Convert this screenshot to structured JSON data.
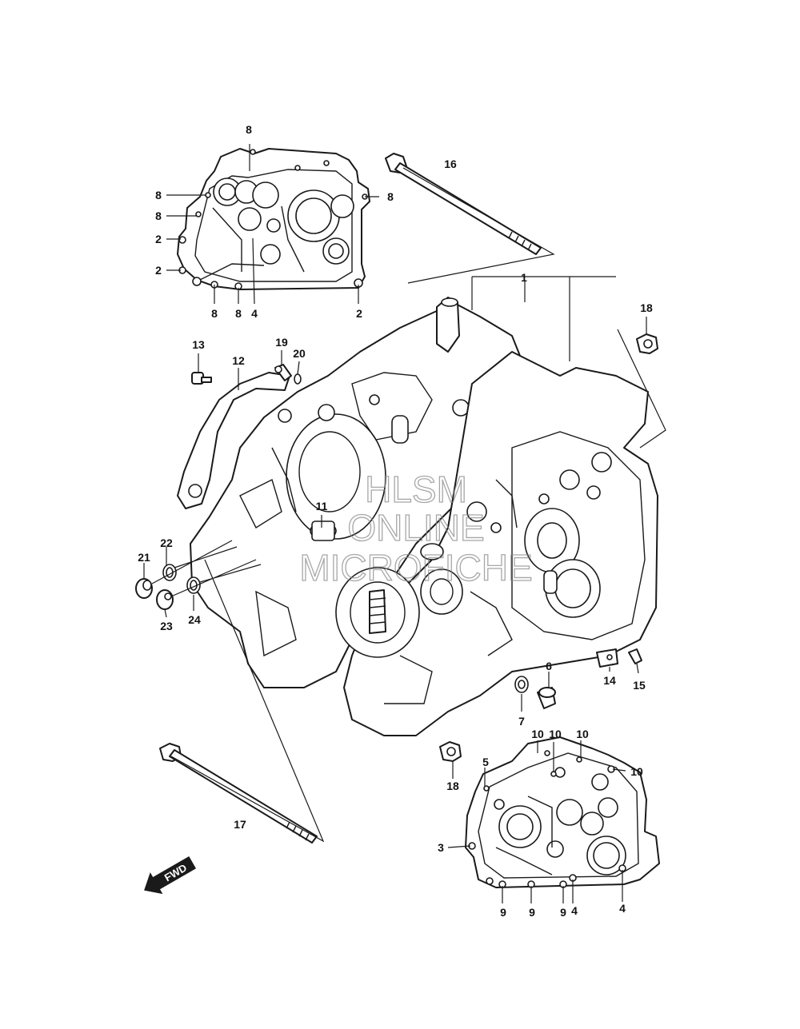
{
  "watermark": {
    "line1": "HLSM",
    "line2": "ONLINE",
    "line3": "MICROFICHE"
  },
  "direction_label": "FWD",
  "callouts": [
    {
      "id": "c1",
      "text": "1"
    },
    {
      "id": "c2a",
      "text": "2"
    },
    {
      "id": "c2b",
      "text": "2"
    },
    {
      "id": "c2c",
      "text": "2"
    },
    {
      "id": "c3",
      "text": "3"
    },
    {
      "id": "c4a",
      "text": "4"
    },
    {
      "id": "c4b",
      "text": "4"
    },
    {
      "id": "c4c",
      "text": "4"
    },
    {
      "id": "c5",
      "text": "5"
    },
    {
      "id": "c6",
      "text": "6"
    },
    {
      "id": "c7",
      "text": "7"
    },
    {
      "id": "c8a",
      "text": "8"
    },
    {
      "id": "c8b",
      "text": "8"
    },
    {
      "id": "c8c",
      "text": "8"
    },
    {
      "id": "c8d",
      "text": "8"
    },
    {
      "id": "c8e",
      "text": "8"
    },
    {
      "id": "c8f",
      "text": "8"
    },
    {
      "id": "c9a",
      "text": "9"
    },
    {
      "id": "c9b",
      "text": "9"
    },
    {
      "id": "c9c",
      "text": "9"
    },
    {
      "id": "c10a",
      "text": "10"
    },
    {
      "id": "c10b",
      "text": "10"
    },
    {
      "id": "c10c",
      "text": "10"
    },
    {
      "id": "c10d",
      "text": "10"
    },
    {
      "id": "c11",
      "text": "11"
    },
    {
      "id": "c12",
      "text": "12"
    },
    {
      "id": "c13",
      "text": "13"
    },
    {
      "id": "c14",
      "text": "14"
    },
    {
      "id": "c15",
      "text": "15"
    },
    {
      "id": "c16",
      "text": "16"
    },
    {
      "id": "c17",
      "text": "17"
    },
    {
      "id": "c18a",
      "text": "18"
    },
    {
      "id": "c18b",
      "text": "18"
    },
    {
      "id": "c19",
      "text": "19"
    },
    {
      "id": "c20",
      "text": "20"
    },
    {
      "id": "c21",
      "text": "21"
    },
    {
      "id": "c22",
      "text": "22"
    },
    {
      "id": "c23",
      "text": "23"
    },
    {
      "id": "c24",
      "text": "24"
    }
  ]
}
